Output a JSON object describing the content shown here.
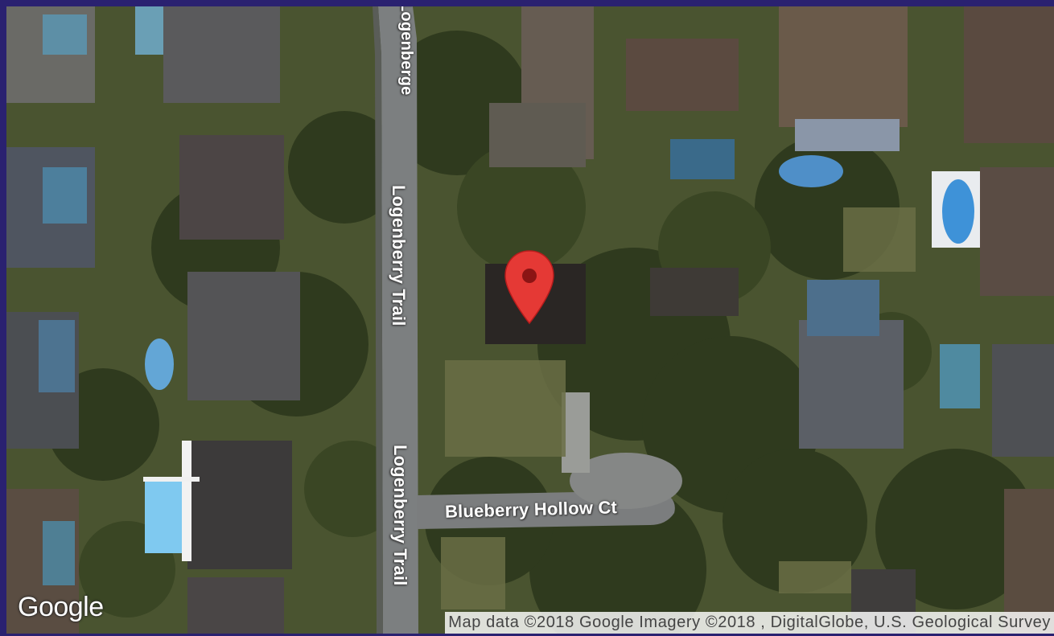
{
  "map": {
    "type": "satellite",
    "streets": [
      {
        "name": "Logenberry Trail (top)",
        "label": "Logenberry Trail"
      },
      {
        "name": "Logenberry Trail (bottom)",
        "label": "Logenberry Trail"
      },
      {
        "name": "Logenberry Trail (top edge)",
        "label": "Logenberge"
      },
      {
        "name": "Blueberry Hollow Ct",
        "label": "Blueberry Hollow Ct"
      }
    ],
    "marker": {
      "color": "#e53935",
      "icon": "map-pin-icon"
    },
    "logo": "Google",
    "attribution": "Map data ©2018 Google Imagery ©2018 , DigitalGlobe, U.S. Geological Survey"
  }
}
